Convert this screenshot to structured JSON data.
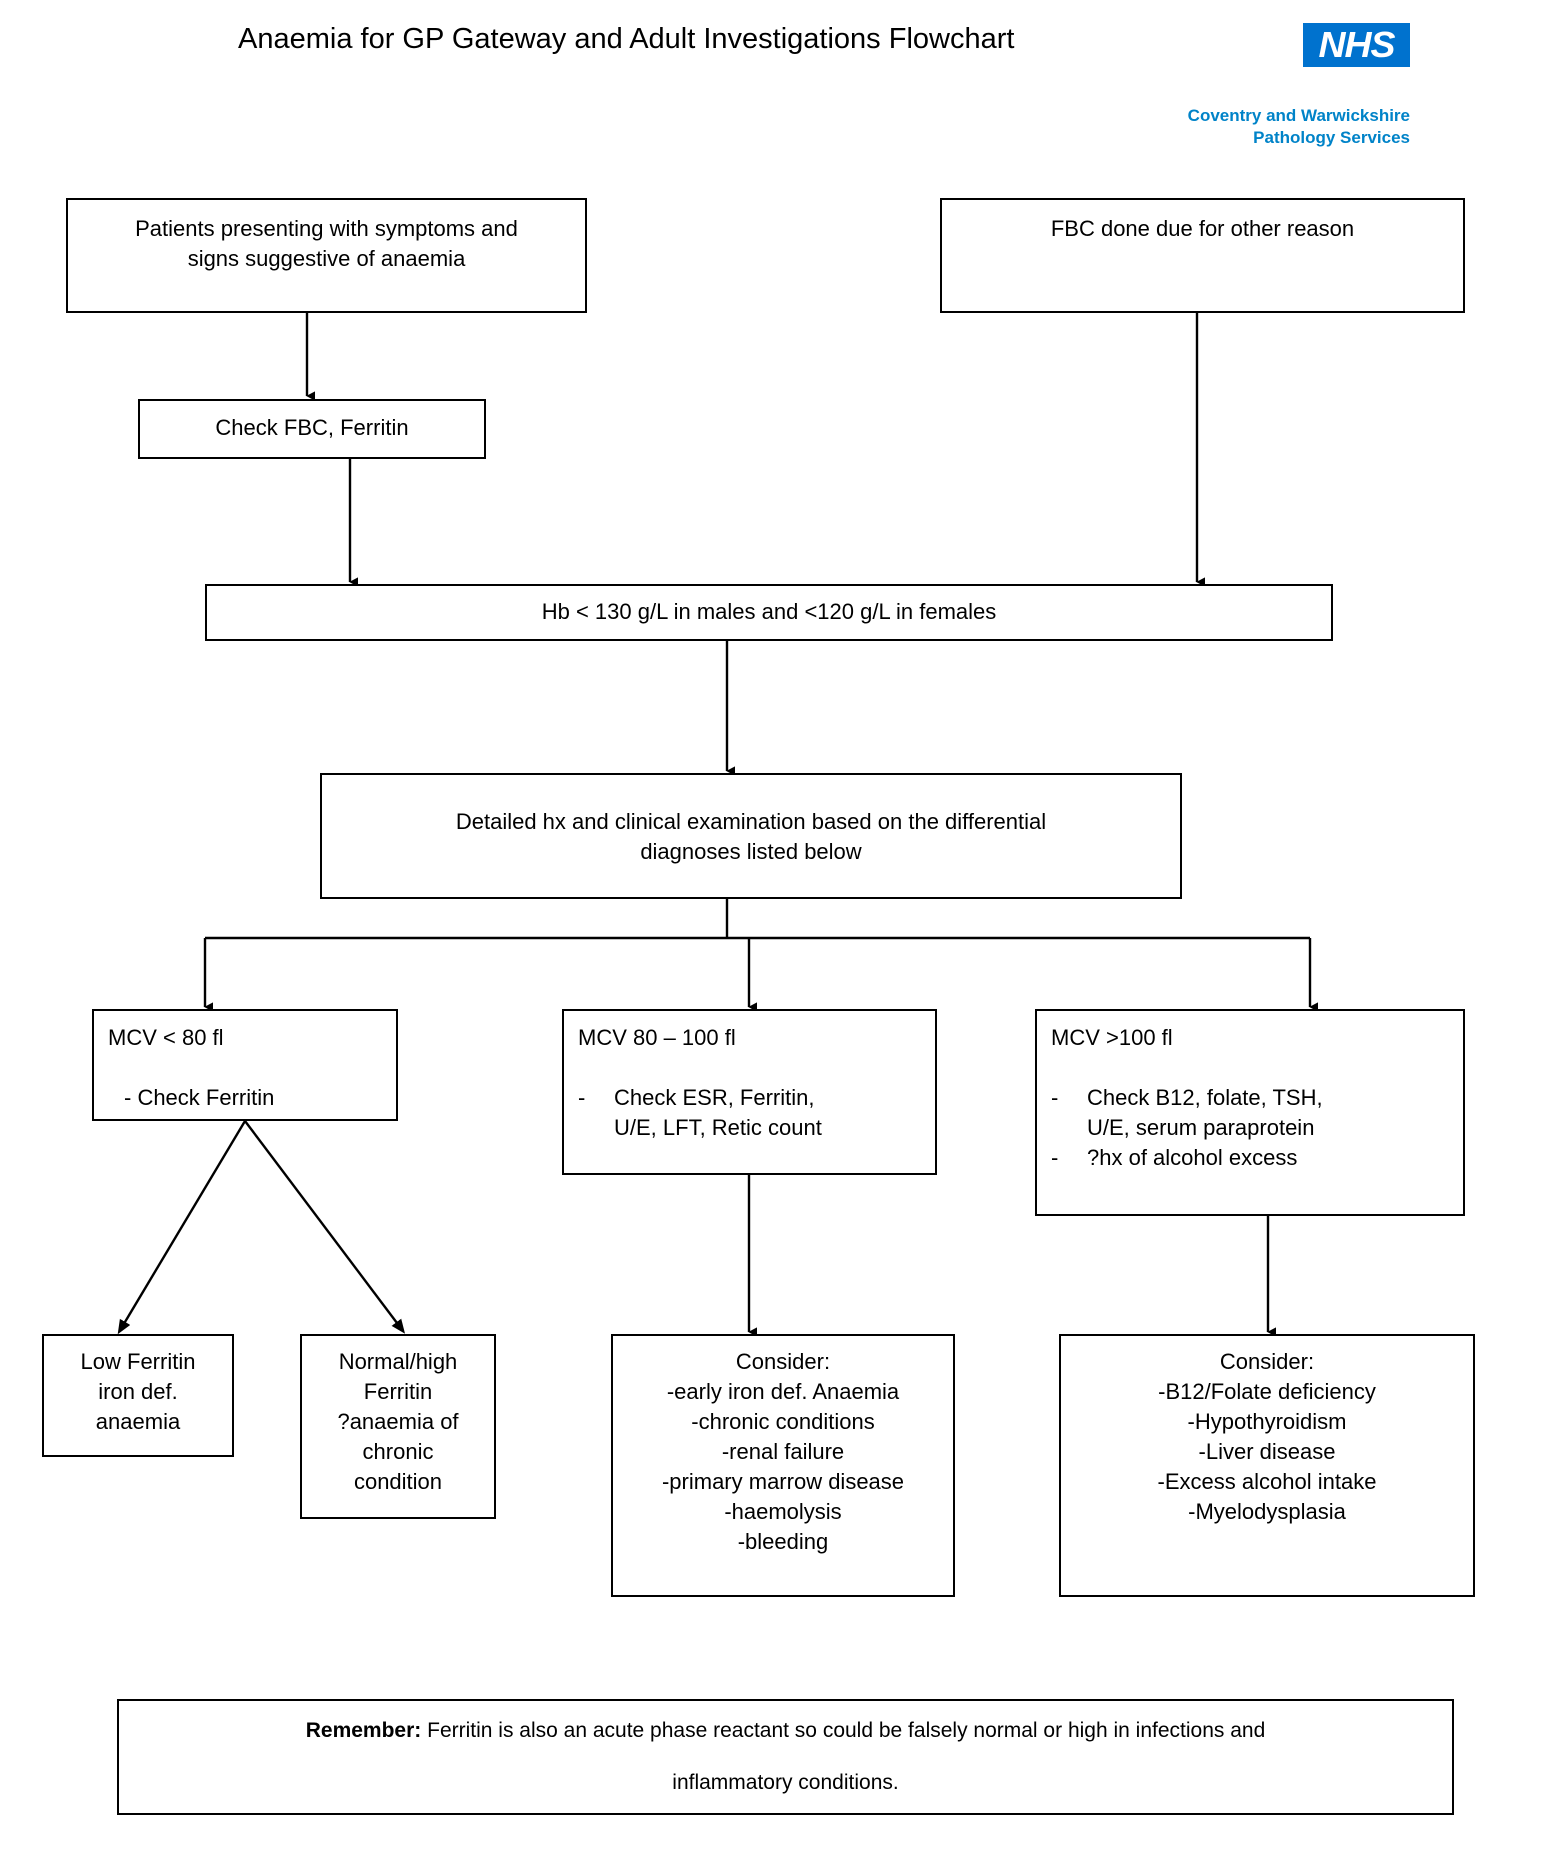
{
  "header": {
    "title": "Anaemia for GP Gateway and Adult Investigations Flowchart",
    "logo_text": "NHS",
    "logo_color": "#0072ce",
    "trust_line1": "Coventry and Warwickshire",
    "trust_line2": "Pathology Services",
    "trust_color": "#0083c8"
  },
  "nodes": {
    "presenting": {
      "line1": "Patients presenting with symptoms and",
      "line2": "signs suggestive of anaemia"
    },
    "fbc_other": {
      "line1": "FBC done due for other reason"
    },
    "check_fbc": {
      "line1": "Check FBC, Ferritin"
    },
    "hb_threshold": {
      "line1": "Hb < 130 g/L in males and <120 g/L in females"
    },
    "detailed_hx": {
      "line1": "Detailed hx and clinical examination based on the differential",
      "line2": "diagnoses listed below"
    },
    "mcv_low": {
      "title": "MCV < 80 fl",
      "item1": "- Check Ferritin"
    },
    "mcv_mid": {
      "title": "MCV 80 – 100 fl",
      "dash": "-",
      "item1_line1": "Check ESR, Ferritin,",
      "item1_line2": "U/E, LFT, Retic count"
    },
    "mcv_high": {
      "title": "MCV >100 fl",
      "dash1": "-",
      "item1_line1": "Check B12, folate, TSH,",
      "item1_line2": "U/E, serum paraprotein",
      "dash2": "-",
      "item2_line1": "?hx of alcohol excess"
    },
    "low_ferritin": {
      "line1": "Low Ferritin",
      "line2": "iron def.",
      "line3": "anaemia"
    },
    "normal_high_ferritin": {
      "line1": "Normal/high",
      "line2": "Ferritin",
      "line3": "?anaemia of",
      "line4": "chronic",
      "line5": "condition"
    },
    "consider_mid": {
      "line1": "Consider:",
      "line2": "-early iron def. Anaemia",
      "line3": "-chronic conditions",
      "line4": "-renal failure",
      "line5": "-primary marrow disease",
      "line6": "-haemolysis",
      "line7": "-bleeding"
    },
    "consider_high": {
      "line1": "Consider:",
      "line2": "-B12/Folate deficiency",
      "line3": "-Hypothyroidism",
      "line4": "-Liver disease",
      "line5": "-Excess alcohol intake",
      "line6": "-Myelodysplasia"
    }
  },
  "footer_note": {
    "label": "Remember:",
    "line1": " Ferritin is also an acute phase reactant so could be falsely normal or high in infections and",
    "line2": "inflammatory conditions."
  }
}
